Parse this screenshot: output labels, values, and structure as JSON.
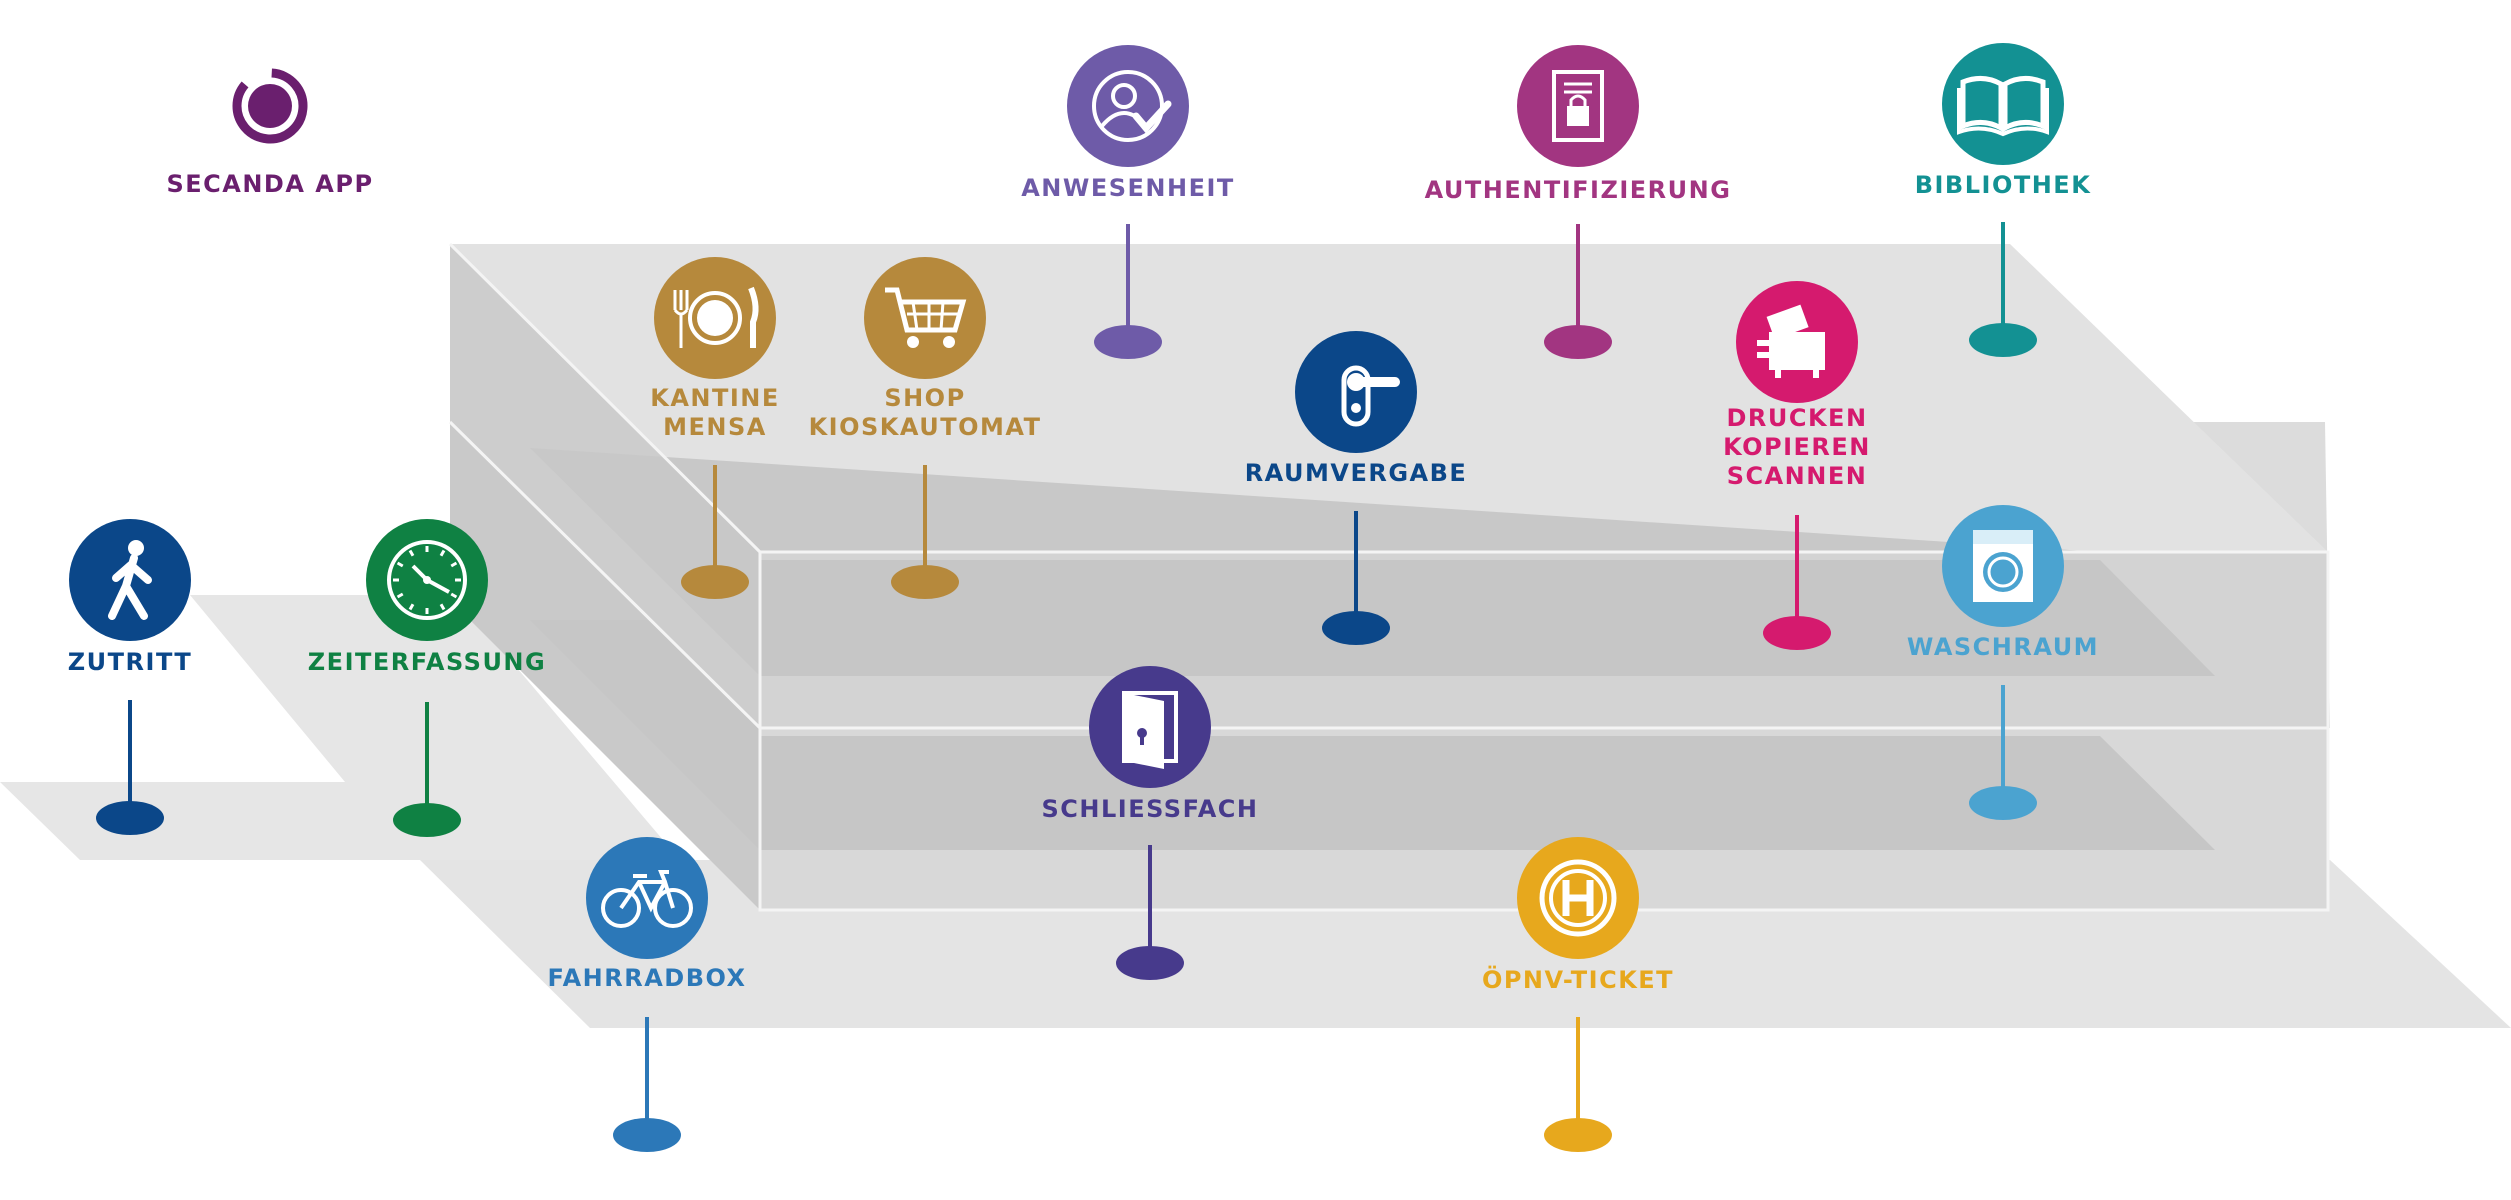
{
  "colors": {
    "purple_dark": "#6a1f6e",
    "violet": "#6e5ba8",
    "magenta": "#a23581",
    "teal": "#139193",
    "gold": "#b6893c",
    "navy": "#0b4789",
    "pink": "#d51a6e",
    "light_blue": "#4ba3d0",
    "green": "#0f8143",
    "dark_violet": "#473a8c",
    "mid_blue": "#2c78b8",
    "yellow": "#e7a81d",
    "floor_light": "#e3e3e3",
    "floor_mid": "#d5d5d5",
    "floor_dark": "#c7c7c7"
  },
  "items": {
    "secanda_app": {
      "icon": "secanda-logo-icon",
      "lines": [
        "SECANDA APP"
      ]
    },
    "anwesenheit": {
      "icon": "person-check-icon",
      "lines": [
        "ANWESENHEIT"
      ]
    },
    "authentifizierung": {
      "icon": "document-lock-icon",
      "lines": [
        "AUTHENTIFIZIERUNG"
      ]
    },
    "bibliothek": {
      "icon": "open-book-icon",
      "lines": [
        "BIBLIOTHEK"
      ]
    },
    "kantine": {
      "icon": "plate-cutlery-icon",
      "lines": [
        "KANTINE",
        "MENSA"
      ]
    },
    "shop": {
      "icon": "shopping-cart-icon",
      "lines": [
        "SHOP",
        "KIOSKAUTOMAT"
      ]
    },
    "raumvergabe": {
      "icon": "door-handle-icon",
      "lines": [
        "RAUMVERGABE"
      ]
    },
    "drucken": {
      "icon": "printer-icon",
      "lines": [
        "DRUCKEN",
        "KOPIEREN",
        "SCANNEN"
      ]
    },
    "waschraum": {
      "icon": "washing-machine-icon",
      "lines": [
        "WASCHRAUM"
      ]
    },
    "zutritt": {
      "icon": "walking-person-icon",
      "lines": [
        "ZUTRITT"
      ]
    },
    "zeiterfassung": {
      "icon": "clock-icon",
      "lines": [
        "ZEITERFASSUNG"
      ]
    },
    "schliessfach": {
      "icon": "locker-door-icon",
      "lines": [
        "SCHLIESSFACH"
      ]
    },
    "fahrradbox": {
      "icon": "bicycle-icon",
      "lines": [
        "FAHRRADBOX"
      ]
    },
    "oepnv": {
      "icon": "bus-stop-icon",
      "lines": [
        "ÖPNV-TICKET"
      ]
    }
  }
}
